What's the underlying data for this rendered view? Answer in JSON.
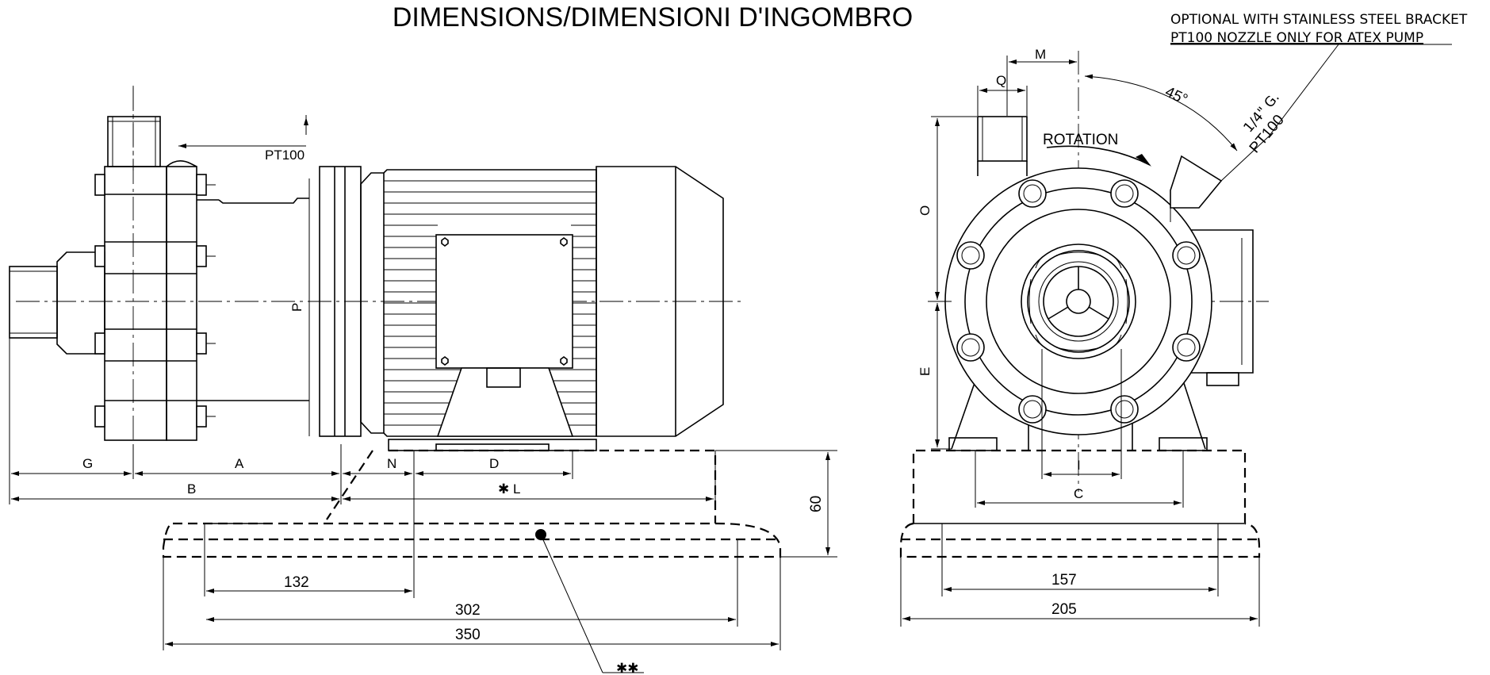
{
  "title": "DIMENSIONS/DIMENSIONI D'INGOMBRO",
  "notes": {
    "line1": "OPTIONAL WITH STAINLESS STEEL BRACKET",
    "line2": "PT100 NOZZLE ONLY FOR ATEX PUMP"
  },
  "labels": {
    "pt100_side": "PT100",
    "p": "P",
    "g": "G",
    "a": "A",
    "b": "B",
    "n": "N",
    "d": "D",
    "l": "✱ L",
    "m": "M",
    "q": "Q",
    "o": "O",
    "e": "E",
    "i": "I",
    "c": "C",
    "rotation": "ROTATION",
    "angle": "45°",
    "thread": "1/4\" G.",
    "pt100_nozzle": "PT100",
    "double_star": "✱✱"
  },
  "dimensions": {
    "d132": "132",
    "d302": "302",
    "d350": "350",
    "d60": "60",
    "d157": "157",
    "d205": "205"
  }
}
